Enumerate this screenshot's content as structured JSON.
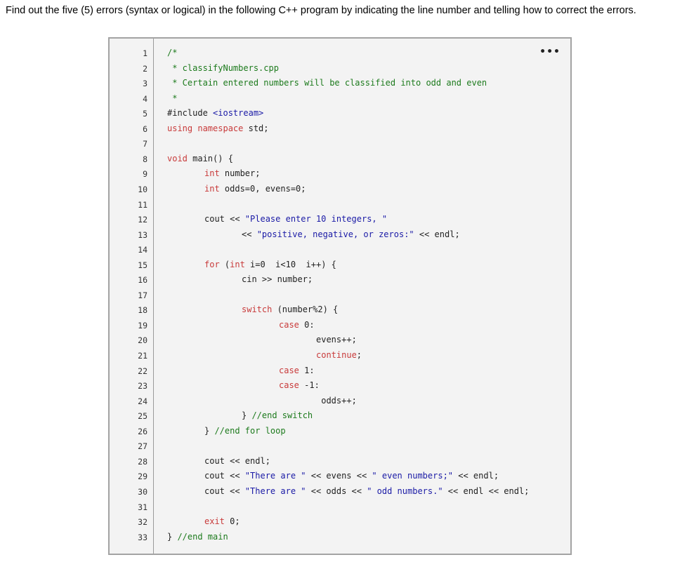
{
  "question": "Find out the five (5) errors (syntax or logical) in the following C++ program by indicating the line number and telling how to correct the errors.",
  "more_menu": "•••",
  "code_lines": [
    {
      "n": "1",
      "indent": 0,
      "tokens": [
        {
          "t": "/*",
          "c": "comment"
        }
      ]
    },
    {
      "n": "2",
      "indent": 0,
      "tokens": [
        {
          "t": " * classifyNumbers.cpp",
          "c": "comment"
        }
      ]
    },
    {
      "n": "3",
      "indent": 0,
      "tokens": [
        {
          "t": " * Certain entered numbers will be classified into odd and even",
          "c": "comment"
        }
      ]
    },
    {
      "n": "4",
      "indent": 0,
      "tokens": [
        {
          "t": " *",
          "c": "comment"
        }
      ]
    },
    {
      "n": "5",
      "indent": 0,
      "tokens": [
        {
          "t": "#include ",
          "c": "plain"
        },
        {
          "t": "<iostream>",
          "c": "include"
        }
      ]
    },
    {
      "n": "6",
      "indent": 0,
      "tokens": [
        {
          "t": "using namespace",
          "c": "keyword"
        },
        {
          "t": " std;",
          "c": "plain"
        }
      ]
    },
    {
      "n": "7",
      "indent": 0,
      "tokens": []
    },
    {
      "n": "8",
      "indent": 0,
      "tokens": [
        {
          "t": "void",
          "c": "keyword"
        },
        {
          "t": " main() {",
          "c": "plain"
        }
      ]
    },
    {
      "n": "9",
      "indent": 1,
      "tokens": [
        {
          "t": "int",
          "c": "keyword"
        },
        {
          "t": " number;",
          "c": "plain"
        }
      ]
    },
    {
      "n": "10",
      "indent": 1,
      "tokens": [
        {
          "t": "int",
          "c": "keyword"
        },
        {
          "t": " odds=0, evens=0;",
          "c": "plain"
        }
      ]
    },
    {
      "n": "11",
      "indent": 0,
      "tokens": []
    },
    {
      "n": "12",
      "indent": 1,
      "tokens": [
        {
          "t": "cout << ",
          "c": "plain"
        },
        {
          "t": "\"Please enter 10 integers, \"",
          "c": "string"
        }
      ]
    },
    {
      "n": "13",
      "indent": 2,
      "tokens": [
        {
          "t": "<< ",
          "c": "plain"
        },
        {
          "t": "\"positive, negative, or zeros:\"",
          "c": "string"
        },
        {
          "t": " << endl;",
          "c": "plain"
        }
      ]
    },
    {
      "n": "14",
      "indent": 0,
      "tokens": []
    },
    {
      "n": "15",
      "indent": 1,
      "tokens": [
        {
          "t": "for",
          "c": "keyword"
        },
        {
          "t": " (",
          "c": "plain"
        },
        {
          "t": "int",
          "c": "keyword"
        },
        {
          "t": " i=0  i<10  i++) {",
          "c": "plain"
        }
      ]
    },
    {
      "n": "16",
      "indent": 2,
      "tokens": [
        {
          "t": "cin >> number;",
          "c": "plain"
        }
      ]
    },
    {
      "n": "17",
      "indent": 0,
      "tokens": []
    },
    {
      "n": "18",
      "indent": 2,
      "tokens": [
        {
          "t": "switch",
          "c": "keyword"
        },
        {
          "t": " (number%2) {",
          "c": "plain"
        }
      ]
    },
    {
      "n": "19",
      "indent": 3,
      "tokens": [
        {
          "t": "case",
          "c": "keyword"
        },
        {
          "t": " 0:",
          "c": "plain"
        }
      ]
    },
    {
      "n": "20",
      "indent": 4,
      "tokens": [
        {
          "t": "evens++;",
          "c": "plain"
        }
      ]
    },
    {
      "n": "21",
      "indent": 4,
      "tokens": [
        {
          "t": "continue",
          "c": "keyword"
        },
        {
          "t": ";",
          "c": "plain"
        }
      ]
    },
    {
      "n": "22",
      "indent": 3,
      "tokens": [
        {
          "t": "case",
          "c": "keyword"
        },
        {
          "t": " 1:",
          "c": "plain"
        }
      ]
    },
    {
      "n": "23",
      "indent": 3,
      "tokens": [
        {
          "t": "case",
          "c": "keyword"
        },
        {
          "t": " -1:",
          "c": "plain"
        }
      ]
    },
    {
      "n": "24",
      "indent": 4,
      "tokens": [
        {
          "t": " odds++;",
          "c": "plain"
        }
      ]
    },
    {
      "n": "25",
      "indent": 2,
      "tokens": [
        {
          "t": "} ",
          "c": "plain"
        },
        {
          "t": "//end switch",
          "c": "comment"
        }
      ]
    },
    {
      "n": "26",
      "indent": 1,
      "tokens": [
        {
          "t": "} ",
          "c": "plain"
        },
        {
          "t": "//end for loop",
          "c": "comment"
        }
      ]
    },
    {
      "n": "27",
      "indent": 0,
      "tokens": []
    },
    {
      "n": "28",
      "indent": 1,
      "tokens": [
        {
          "t": "cout << endl;",
          "c": "plain"
        }
      ]
    },
    {
      "n": "29",
      "indent": 1,
      "tokens": [
        {
          "t": "cout << ",
          "c": "plain"
        },
        {
          "t": "\"There are \"",
          "c": "string"
        },
        {
          "t": " << evens << ",
          "c": "plain"
        },
        {
          "t": "\" even numbers;\"",
          "c": "string"
        },
        {
          "t": " << endl;",
          "c": "plain"
        }
      ]
    },
    {
      "n": "30",
      "indent": 1,
      "tokens": [
        {
          "t": "cout << ",
          "c": "plain"
        },
        {
          "t": "\"There are \"",
          "c": "string"
        },
        {
          "t": " << odds << ",
          "c": "plain"
        },
        {
          "t": "\" odd numbers.\"",
          "c": "string"
        },
        {
          "t": " << endl << endl;",
          "c": "plain"
        }
      ]
    },
    {
      "n": "31",
      "indent": 0,
      "tokens": []
    },
    {
      "n": "32",
      "indent": 1,
      "tokens": [
        {
          "t": "exit",
          "c": "keyword"
        },
        {
          "t": " 0;",
          "c": "plain"
        }
      ]
    },
    {
      "n": "33",
      "indent": 0,
      "tokens": [
        {
          "t": "} ",
          "c": "plain"
        },
        {
          "t": "//end main",
          "c": "comment"
        }
      ]
    }
  ]
}
